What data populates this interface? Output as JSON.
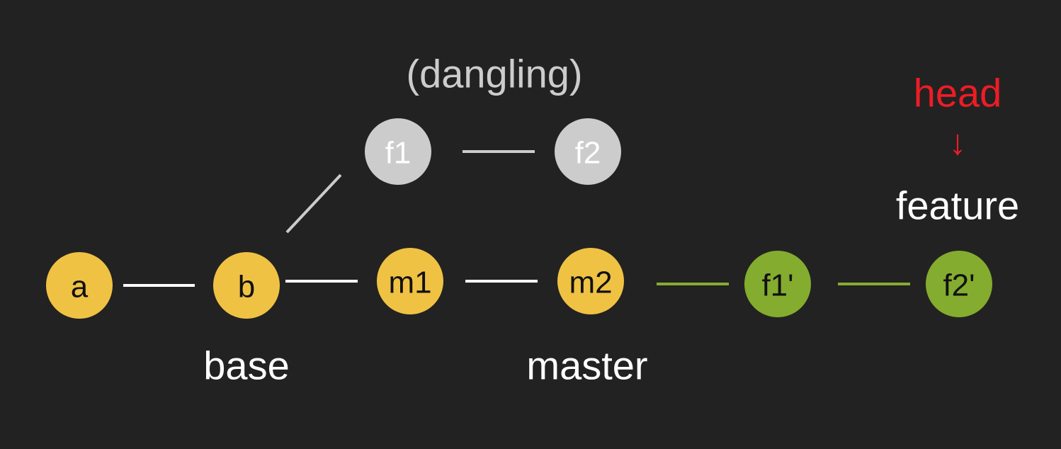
{
  "colors": {
    "background": "#222222",
    "commit": "#f0c244",
    "commit_text": "#111111",
    "dangling": "#cccccc",
    "dangling_text": "#ffffff",
    "rebased": "#84ac2f",
    "rebased_text": "#111111",
    "line_white": "#ffffff",
    "line_grey": "#cccccc",
    "line_green": "#84ac2f",
    "label_white": "#ffffff",
    "label_grey": "#cccccc",
    "head": "#ee1c25"
  },
  "commits": {
    "a": {
      "label": "a"
    },
    "b": {
      "label": "b"
    },
    "m1": {
      "label": "m1"
    },
    "m2": {
      "label": "m2"
    },
    "f1": {
      "label": "f1"
    },
    "f2": {
      "label": "f2"
    },
    "f1p": {
      "label": "f1'"
    },
    "f2p": {
      "label": "f2'"
    }
  },
  "labels": {
    "dangling": "(dangling)",
    "base": "base",
    "master": "master",
    "feature": "feature",
    "head": "head",
    "head_arrow": "↓"
  }
}
